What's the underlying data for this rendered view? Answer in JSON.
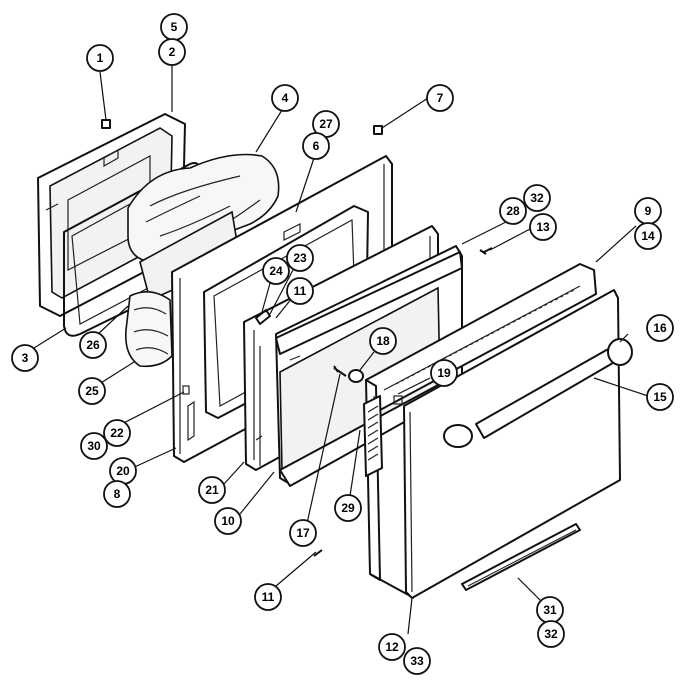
{
  "callouts": [
    {
      "id": "c1",
      "label": "1"
    },
    {
      "id": "c5",
      "label": "5"
    },
    {
      "id": "c2",
      "label": "2"
    },
    {
      "id": "c4",
      "label": "4"
    },
    {
      "id": "c7",
      "label": "7"
    },
    {
      "id": "c27",
      "label": "27"
    },
    {
      "id": "c6",
      "label": "6"
    },
    {
      "id": "c28",
      "label": "28"
    },
    {
      "id": "c32a",
      "label": "32"
    },
    {
      "id": "c9",
      "label": "9"
    },
    {
      "id": "c14",
      "label": "14"
    },
    {
      "id": "c13",
      "label": "13"
    },
    {
      "id": "c24",
      "label": "24"
    },
    {
      "id": "c23",
      "label": "23"
    },
    {
      "id": "c11a",
      "label": "11"
    },
    {
      "id": "c3",
      "label": "3"
    },
    {
      "id": "c26",
      "label": "26"
    },
    {
      "id": "c25",
      "label": "25"
    },
    {
      "id": "c18",
      "label": "18"
    },
    {
      "id": "c16",
      "label": "16"
    },
    {
      "id": "c19",
      "label": "19"
    },
    {
      "id": "c15",
      "label": "15"
    },
    {
      "id": "c30",
      "label": "30"
    },
    {
      "id": "c22",
      "label": "22"
    },
    {
      "id": "c20",
      "label": "20"
    },
    {
      "id": "c8",
      "label": "8"
    },
    {
      "id": "c21",
      "label": "21"
    },
    {
      "id": "c10",
      "label": "10"
    },
    {
      "id": "c17",
      "label": "17"
    },
    {
      "id": "c29",
      "label": "29"
    },
    {
      "id": "c11b",
      "label": "11"
    },
    {
      "id": "c31",
      "label": "31"
    },
    {
      "id": "c32b",
      "label": "32"
    },
    {
      "id": "c12",
      "label": "12"
    },
    {
      "id": "c33",
      "label": "33"
    }
  ]
}
